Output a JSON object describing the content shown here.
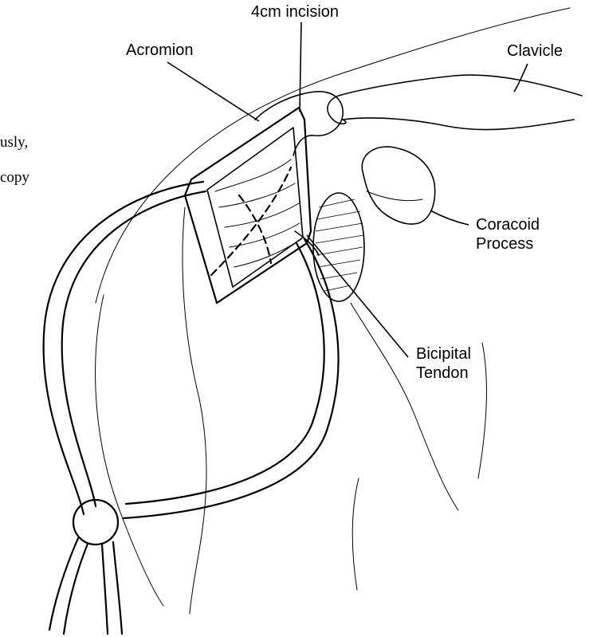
{
  "figure": {
    "labels": {
      "incision": "4cm incision",
      "acromion": "Acromion",
      "clavicle": "Clavicle",
      "coracoid_line1": "Coracoid",
      "coracoid_line2": "Process",
      "bicipital_line1": "Bicipital",
      "bicipital_line2": "Tendon"
    },
    "cropped_text": {
      "line1": "usly,",
      "line2": "copy"
    }
  }
}
